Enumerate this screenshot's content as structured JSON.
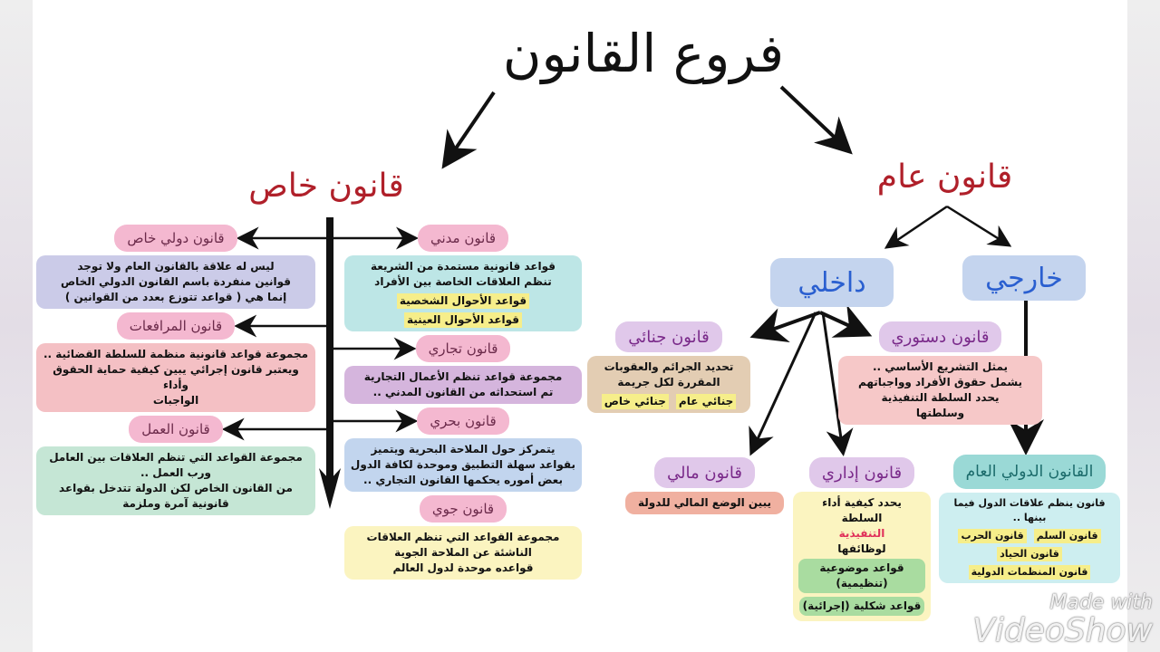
{
  "title": "فروع القانون",
  "private_law": {
    "label": "قانون خاص",
    "branches": [
      {
        "name": "قانون دولي خاص",
        "desc": [
          "ليس له علاقة بالقانون العام ولا توجد",
          "قوانين منفردة باسم القانون الدولي الخاص",
          "إنما هي ( قواعد تتوزع بعدد من القوانين )"
        ]
      },
      {
        "name": "قانون مدني",
        "desc": [
          "قواعد قانونية مستمدة من الشريعة",
          "تنظم العلاقات الخاصة بين الأفراد"
        ],
        "tags": [
          "قواعد الأحوال الشخصية",
          "قواعد الأحوال العينية"
        ]
      },
      {
        "name": "قانون المرافعات",
        "desc": [
          "مجموعة قواعد قانونية منظمة للسلطة القضائية ..",
          "ويعتبر قانون إجرائي يبين كيفية حماية الحقوق وأداء",
          "الواجبات"
        ]
      },
      {
        "name": "قانون تجاري",
        "desc": [
          "مجموعة قواعد تنظم الأعمال التجارية",
          "تم استحداثه من القانون المدني .."
        ]
      },
      {
        "name": "قانون العمل",
        "desc": [
          "مجموعة القواعد التي تنظم العلاقات بين العامل",
          "ورب العمل ..",
          "من القانون الخاص لكن الدولة تتدخل بقواعد",
          "قانونية آمرة وملزمة"
        ]
      },
      {
        "name": "قانون بحري",
        "desc": [
          "يتمركز حول الملاحة البحرية ويتميز",
          "بقواعد سهلة التطبيق وموحدة لكافة الدول",
          "بعض أموره يحكمها القانون التجاري .."
        ]
      },
      {
        "name": "قانون جوي",
        "desc": [
          "مجموعة القواعد التي تنظم العلاقات",
          "الناشئة عن الملاحة الجوية",
          "قواعده موحدة لدول العالم"
        ]
      }
    ]
  },
  "public_law": {
    "label": "قانون عام",
    "internal": {
      "label": "داخلي",
      "criminal": {
        "name": "قانون جنائي",
        "desc": [
          "تحديد الجرائم والعقوبات",
          "المقررة لكل جريمة"
        ],
        "tags": [
          "جنائي عام",
          "جنائي خاص"
        ]
      },
      "constitutional": {
        "name": "قانون دستوري",
        "desc": [
          "يمثل التشريع الأساسي ..",
          "يشمل حقوق الأفراد وواجباتهم",
          "يحدد السلطة التنفيذية",
          "وسلطتها"
        ]
      },
      "financial": {
        "name": "قانون مالي",
        "desc": "يبين الوضع المالي للدولة"
      },
      "administrative": {
        "name": "قانون إداري",
        "desc": [
          "يحدد كيفية أداء",
          "السلطة",
          "التنفيذية",
          "لوظائفها"
        ],
        "tags": [
          "قواعد موضوعية (تنظيمية)",
          "قواعد شكلية (إجرائية)"
        ]
      }
    },
    "external": {
      "label": "خارجي",
      "international": {
        "name": "القانون الدولي العام",
        "desc": "قانون ينظم علاقات الدول فيما بينها ..",
        "tags": [
          "قانون السلم",
          "قانون الحرب",
          "قانون الحياد",
          "قانون المنظمات الدولية"
        ]
      }
    }
  },
  "watermark": {
    "line1": "Made with",
    "line2": "VideoShow"
  },
  "colors": {
    "title_red": "#b0202a",
    "blue": "#2a5fd0",
    "pink": "#f4b8d0"
  }
}
